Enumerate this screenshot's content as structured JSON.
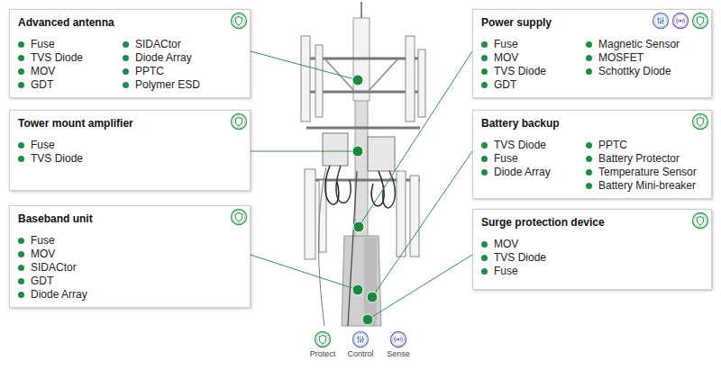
{
  "diagram": {
    "nodes": [
      {
        "text": [
          "Advanced antenna",
          "Fuse",
          "TVS Diode",
          "MOV",
          "GDT",
          "SIDACtor",
          "Diode Array",
          "PPTC",
          "Polymer ESD"
        ]
      },
      {
        "text": [
          "Power supply",
          "Fuse",
          "MOV",
          "TVS Diode",
          "GDT",
          "Magnetic Sensor",
          "MOSFET",
          "Schottky Diode"
        ]
      },
      {
        "text": [
          "Tower mount amplifier",
          "Fuse",
          "TVS Diode"
        ]
      },
      {
        "text": [
          "Battery backup",
          "TVS Diode",
          "Fuse",
          "Diode Array",
          "PPTC",
          "Battery Protector",
          "Temperature Sensor",
          "Battery Mini-breaker"
        ]
      },
      {
        "text": [
          "Baseband unit",
          "Fuse",
          "MOV",
          "SIDACtor",
          "GDT",
          "Diode Array"
        ]
      },
      {
        "text": [
          "Surge protection device",
          "MOV",
          "TVS Diode",
          "Fuse"
        ]
      }
    ],
    "legend": [
      {
        "text": "Protect"
      },
      {
        "text": "Control"
      },
      {
        "text": "Sense"
      }
    ]
  }
}
